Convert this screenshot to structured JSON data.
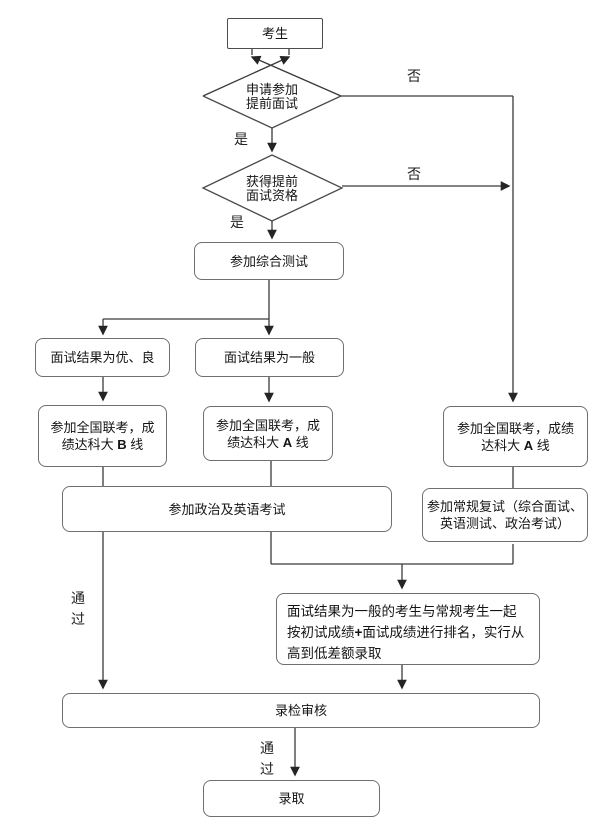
{
  "diagram": {
    "type": "flowchart",
    "language": "zh-CN",
    "topic": "提前面试及录取流程图"
  },
  "nodes": {
    "candidate": {
      "label": "考生"
    },
    "decision_apply": {
      "line1": "申请参加",
      "line2": "提前面试"
    },
    "decision_qualify": {
      "line1": "获得提前",
      "line2": "面试资格"
    },
    "comp_test": {
      "label": "参加综合测试"
    },
    "result_good": {
      "label": "面试结果为优、良"
    },
    "result_avg": {
      "label": "面试结果为一般"
    },
    "b_line": {
      "line1": "参加全国联考，成",
      "line2_pre": "绩达科大 ",
      "line2_bold": "B",
      "line2_post": " 线"
    },
    "a_line_mid": {
      "line1": "参加全国联考，成",
      "line2_pre": "绩达科大 ",
      "line2_bold": "A",
      "line2_post": " 线"
    },
    "a_line_right": {
      "line1": "参加全国联考，成绩",
      "line2_pre": "达科大 ",
      "line2_bold": "A",
      "line2_post": " 线"
    },
    "regular_retest": {
      "line1": "参加常规复试（综合面试、",
      "line2": "英语测试、政治考试）"
    },
    "politics_english": {
      "label": "参加政治及英语考试"
    },
    "ranking": {
      "line1": "面试结果为一般的考生与常规考生一起",
      "line2_pre": "按初试成绩",
      "line2_bold": "+",
      "line2_post": "面试成绩进行排名，实行从",
      "line3": "高到低差额录取"
    },
    "review": {
      "label": "录检审核"
    },
    "admit": {
      "label": "录取"
    }
  },
  "edge_labels": {
    "yes1": "是",
    "yes2": "是",
    "no1": "否",
    "no2": "否",
    "pass_left": "通过",
    "pass_bottom": "通过"
  },
  "colors": {
    "line": "#3a3a3a",
    "box_border": "#6f6f6f",
    "text": "#141414",
    "background": "#ffffff"
  }
}
